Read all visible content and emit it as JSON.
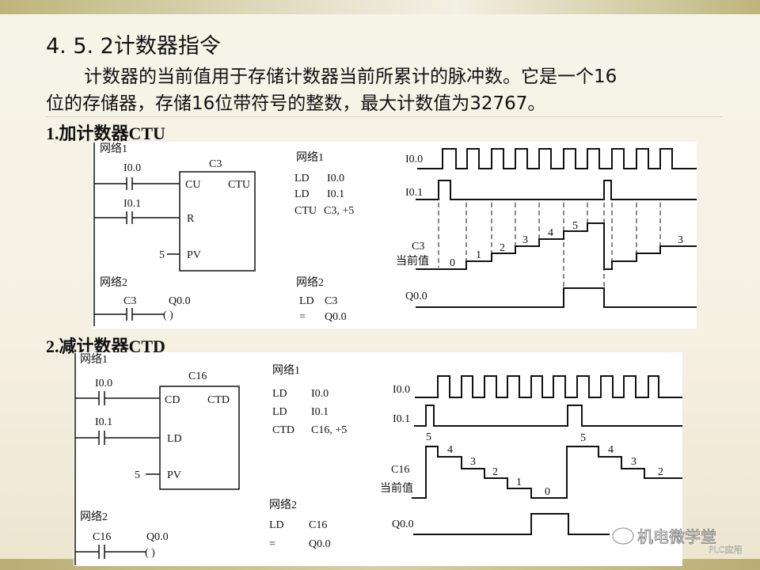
{
  "title": "4. 5. 2计数器指令",
  "paragraph": {
    "line1": "计数器的当前值用于存储计数器当前所累计的脉冲数。它是一个16",
    "line2": "位的存储器，存储16位带符号的整数，最大计数值为32767。"
  },
  "ctu": {
    "heading": "1.加计数器CTU",
    "ladder": {
      "network1": "网络1",
      "counter": "C3",
      "contact1": "I0.0",
      "contact2": "I0.1",
      "cu": "CU",
      "type": "CTU",
      "r": "R",
      "pv": "PV",
      "pv_value": "5",
      "network2": "网络2",
      "contact3": "C3",
      "coil": "Q0.0",
      "coil_symbol": "(      )"
    },
    "il": {
      "network1": "网络1",
      "lines": [
        [
          "LD",
          "I0.0"
        ],
        [
          "LD",
          "I0.1"
        ],
        [
          "CTU",
          "C3, +5"
        ]
      ],
      "network2": "网络2",
      "lines2": [
        [
          "LD",
          "C3"
        ],
        [
          "=",
          "Q0.0"
        ]
      ]
    },
    "timing": {
      "signals": [
        "I0.0",
        "I0.1",
        "C3",
        "当前值",
        "Q0.0"
      ],
      "counts": [
        "0",
        "1",
        "2",
        "3",
        "4",
        "5",
        "3"
      ]
    }
  },
  "ctd": {
    "heading": "2.减计数器CTD",
    "ladder": {
      "network1": "网络1",
      "counter": "C16",
      "contact1": "I0.0",
      "contact2": "I0.1",
      "cd": "CD",
      "type": "CTD",
      "ld": "LD",
      "pv": "PV",
      "pv_value": "5",
      "network2": "网络2",
      "contact3": "C16",
      "coil": "Q0.0",
      "coil_symbol": "(     )"
    },
    "il": {
      "network1": "网络1",
      "lines": [
        [
          "LD",
          "I0.0"
        ],
        [
          "LD",
          "I0.1"
        ],
        [
          "CTD",
          "C16, +5"
        ]
      ],
      "network2": "网络2",
      "lines2": [
        [
          "LD",
          "C16"
        ],
        [
          "=",
          "Q0.0"
        ]
      ]
    },
    "timing": {
      "signals": [
        "I0.0",
        "I0.1",
        "C16",
        "当前值",
        "Q0.0"
      ],
      "counts": [
        "5",
        "4",
        "3",
        "2",
        "1",
        "0",
        "5",
        "4",
        "3",
        "2"
      ]
    }
  },
  "watermark": {
    "text": "机电微学堂",
    "sub": "PLC应用"
  }
}
